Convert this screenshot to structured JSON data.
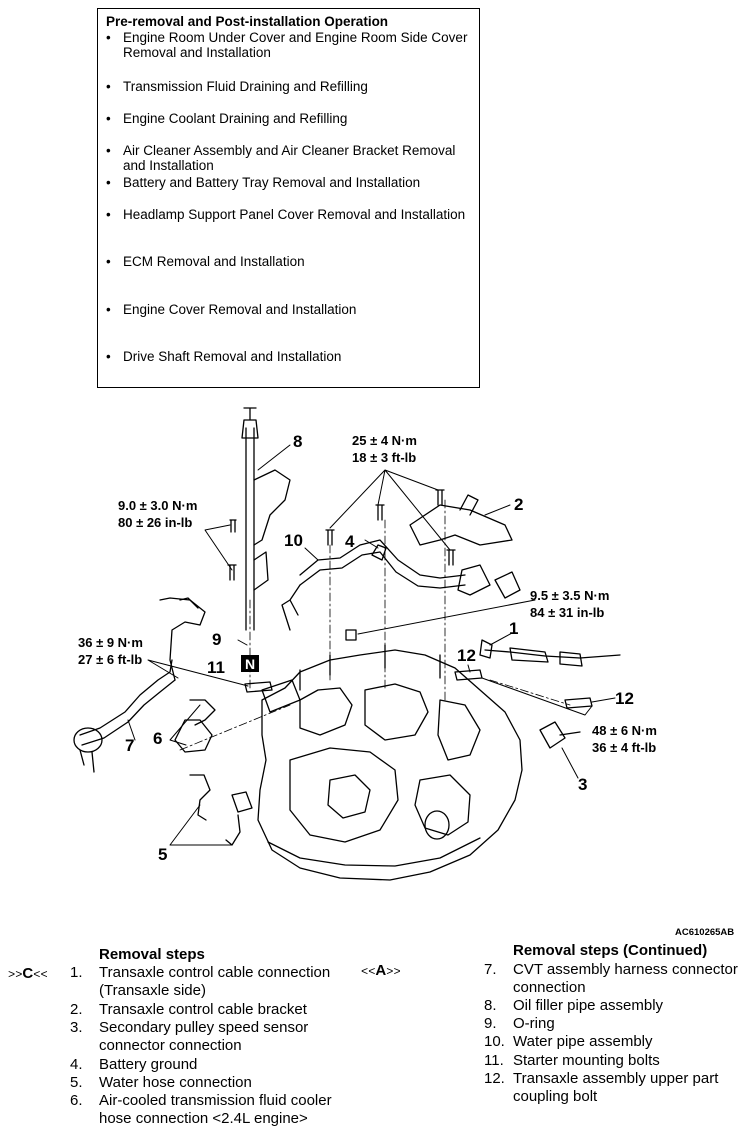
{
  "pre_removal": {
    "title": "Pre-removal and Post-installation Operation",
    "items": [
      {
        "bullet": "•",
        "lines": [
          "Engine Room Under Cover and Engine Room Side Cover",
          "Removal and Installation"
        ]
      },
      {
        "bullet": "•",
        "lines": [
          "Transmission Fluid Draining and Refilling"
        ]
      },
      {
        "bullet": "•",
        "lines": [
          "Engine Coolant Draining and Refilling"
        ]
      },
      {
        "bullet": "•",
        "lines": [
          "Air Cleaner Assembly and Air Cleaner Bracket Removal",
          "and Installation"
        ]
      },
      {
        "bullet": "•",
        "lines": [
          "Battery and Battery Tray Removal and Installation"
        ]
      },
      {
        "bullet": "•",
        "lines": [
          "Headlamp Support Panel Cover Removal and Installation"
        ]
      },
      {
        "bullet": "•",
        "lines": [
          "ECM Removal and Installation"
        ]
      },
      {
        "bullet": "•",
        "lines": [
          "Engine Cover Removal and Installation"
        ]
      },
      {
        "bullet": "•",
        "lines": [
          "Drive Shaft Removal and Installation"
        ]
      }
    ]
  },
  "figure": {
    "code": "AC610265AB",
    "callouts": [
      "8",
      "2",
      "4",
      "10",
      "1",
      "9",
      "11",
      "12",
      "12",
      "6",
      "7",
      "3",
      "5"
    ],
    "n_mark": "N",
    "torques": [
      {
        "nm": "25 ± 4 N·m",
        "imp": "18 ± 3 ft-lb"
      },
      {
        "nm": "9.0 ± 3.0 N·m",
        "imp": "80 ± 26 in-lb"
      },
      {
        "nm": "9.5 ± 3.5 N·m",
        "imp": "84 ± 31 in-lb"
      },
      {
        "nm": "36 ± 9 N·m",
        "imp": "27 ± 6 ft-lb"
      },
      {
        "nm": "48 ± 6 N·m",
        "imp": "36 ± 4 ft-lb"
      }
    ]
  },
  "removal": {
    "heading_left": "Removal steps",
    "heading_right": "Removal steps (Continued)",
    "marker_c": {
      "pre": ">>",
      "letter": "C",
      "post": "<<"
    },
    "marker_a": {
      "pre": "<<",
      "letter": "A",
      "post": ">>"
    },
    "left_steps": [
      {
        "num": "1.",
        "lines": [
          "Transaxle control cable connection",
          "(Transaxle side)"
        ]
      },
      {
        "num": "2.",
        "lines": [
          "Transaxle control cable bracket"
        ]
      },
      {
        "num": "3.",
        "lines": [
          "Secondary pulley speed sensor",
          "connector connection"
        ]
      },
      {
        "num": "4.",
        "lines": [
          "Battery ground"
        ]
      },
      {
        "num": "5.",
        "lines": [
          "Water hose connection"
        ]
      },
      {
        "num": "6.",
        "lines": [
          "Air-cooled transmission fluid cooler",
          "hose connection <2.4L engine>"
        ]
      }
    ],
    "right_steps": [
      {
        "num": "7.",
        "lines": [
          "CVT assembly harness connector",
          "connection"
        ]
      },
      {
        "num": "8.",
        "lines": [
          "Oil filler pipe assembly"
        ]
      },
      {
        "num": "9.",
        "lines": [
          "O-ring"
        ]
      },
      {
        "num": "10.",
        "lines": [
          "Water pipe assembly"
        ]
      },
      {
        "num": "11.",
        "lines": [
          "Starter mounting bolts"
        ]
      },
      {
        "num": "12.",
        "lines": [
          "Transaxle assembly upper part",
          "coupling bolt"
        ]
      }
    ]
  }
}
